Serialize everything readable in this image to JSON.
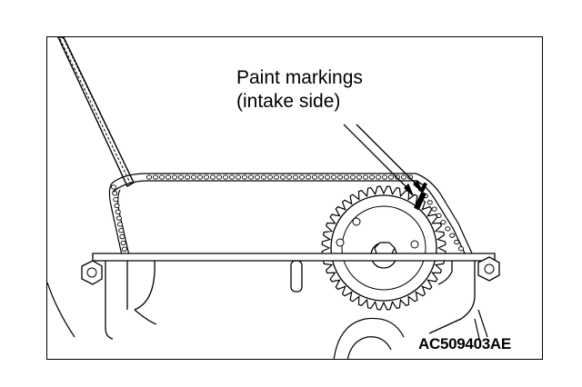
{
  "callout": {
    "line1": "Paint markings",
    "line2": "(intake side)"
  },
  "figure_code": "AC509403AE",
  "colors": {
    "ink": "#000000",
    "paper": "#ffffff"
  }
}
